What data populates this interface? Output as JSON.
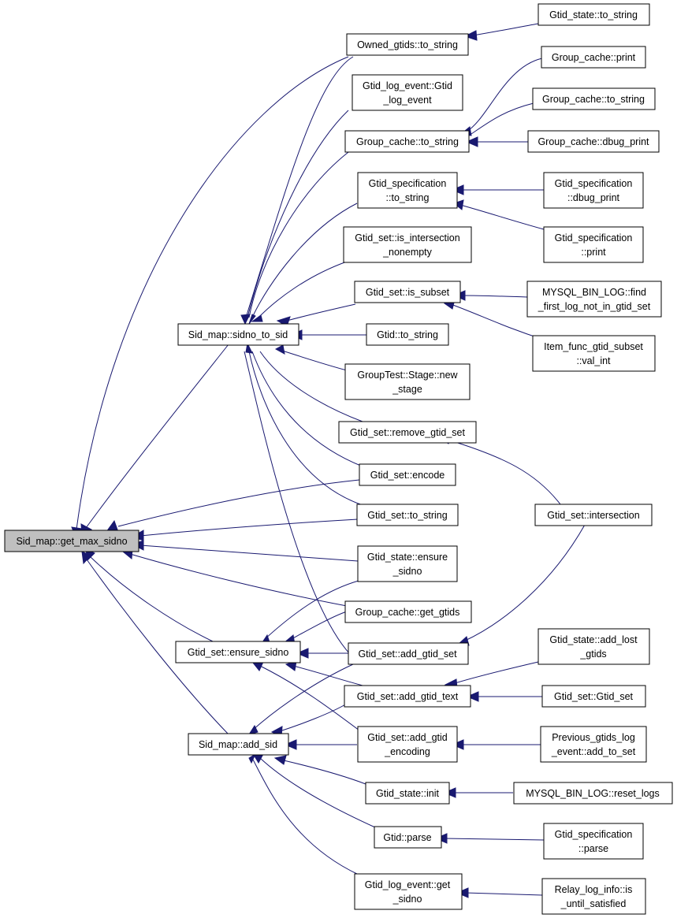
{
  "graph": {
    "root": "Sid_map::get_max_sidno",
    "nodes": [
      {
        "id": "root",
        "lines": [
          "Sid_map::get_max_sidno"
        ]
      },
      {
        "id": "sidno_to_sid",
        "lines": [
          "Sid_map::sidno_to_sid"
        ]
      },
      {
        "id": "ensure_sidno_set",
        "lines": [
          "Gtid_set::ensure_sidno"
        ]
      },
      {
        "id": "add_sid",
        "lines": [
          "Sid_map::add_sid"
        ]
      },
      {
        "id": "owned_to_string",
        "lines": [
          "Owned_gtids::to_string"
        ]
      },
      {
        "id": "gle_ctor",
        "lines": [
          "Gtid_log_event::Gtid",
          "_log_event"
        ]
      },
      {
        "id": "gc_to_string",
        "lines": [
          "Group_cache::to_string"
        ]
      },
      {
        "id": "gspec_to_string",
        "lines": [
          "Gtid_specification",
          "::to_string"
        ]
      },
      {
        "id": "gs_is_inter",
        "lines": [
          "Gtid_set::is_intersection",
          "_nonempty"
        ]
      },
      {
        "id": "gs_is_subset",
        "lines": [
          "Gtid_set::is_subset"
        ]
      },
      {
        "id": "gtid_to_string",
        "lines": [
          "Gtid::to_string"
        ]
      },
      {
        "id": "grouptest",
        "lines": [
          "GroupTest::Stage::new",
          "_stage"
        ]
      },
      {
        "id": "gs_remove",
        "lines": [
          "Gtid_set::remove_gtid_set"
        ]
      },
      {
        "id": "gs_encode",
        "lines": [
          "Gtid_set::encode"
        ]
      },
      {
        "id": "gs_to_string",
        "lines": [
          "Gtid_set::to_string"
        ]
      },
      {
        "id": "gstate_ensure",
        "lines": [
          "Gtid_state::ensure",
          "_sidno"
        ]
      },
      {
        "id": "gc_get_gtids",
        "lines": [
          "Group_cache::get_gtids"
        ]
      },
      {
        "id": "gs_add_set",
        "lines": [
          "Gtid_set::add_gtid_set"
        ]
      },
      {
        "id": "gs_add_text",
        "lines": [
          "Gtid_set::add_gtid_text"
        ]
      },
      {
        "id": "gs_add_enc",
        "lines": [
          "Gtid_set::add_gtid",
          "_encoding"
        ]
      },
      {
        "id": "gstate_init",
        "lines": [
          "Gtid_state::init"
        ]
      },
      {
        "id": "gtid_parse",
        "lines": [
          "Gtid::parse"
        ]
      },
      {
        "id": "gle_get_sidno",
        "lines": [
          "Gtid_log_event::get",
          "_sidno"
        ]
      },
      {
        "id": "gstate_to_string",
        "lines": [
          "Gtid_state::to_string"
        ]
      },
      {
        "id": "gc_print",
        "lines": [
          "Group_cache::print"
        ]
      },
      {
        "id": "gc_to_string2",
        "lines": [
          "Group_cache::to_string"
        ]
      },
      {
        "id": "gc_dbug_print",
        "lines": [
          "Group_cache::dbug_print"
        ]
      },
      {
        "id": "gspec_dbug",
        "lines": [
          "Gtid_specification",
          "::dbug_print"
        ]
      },
      {
        "id": "gspec_print",
        "lines": [
          "Gtid_specification",
          "::print"
        ]
      },
      {
        "id": "mysql_find",
        "lines": [
          "MYSQL_BIN_LOG::find",
          "_first_log_not_in_gtid_set"
        ]
      },
      {
        "id": "item_func",
        "lines": [
          "Item_func_gtid_subset",
          "::val_int"
        ]
      },
      {
        "id": "gs_intersection",
        "lines": [
          "Gtid_set::intersection"
        ]
      },
      {
        "id": "gstate_lost",
        "lines": [
          "Gtid_state::add_lost",
          "_gtids"
        ]
      },
      {
        "id": "gs_ctor",
        "lines": [
          "Gtid_set::Gtid_set"
        ]
      },
      {
        "id": "prev_gtids",
        "lines": [
          "Previous_gtids_log",
          "_event::add_to_set"
        ]
      },
      {
        "id": "mysql_reset",
        "lines": [
          "MYSQL_BIN_LOG::reset_logs"
        ]
      },
      {
        "id": "gspec_parse",
        "lines": [
          "Gtid_specification",
          "::parse"
        ]
      },
      {
        "id": "relay_log",
        "lines": [
          "Relay_log_info::is",
          "_until_satisfied"
        ]
      }
    ]
  }
}
